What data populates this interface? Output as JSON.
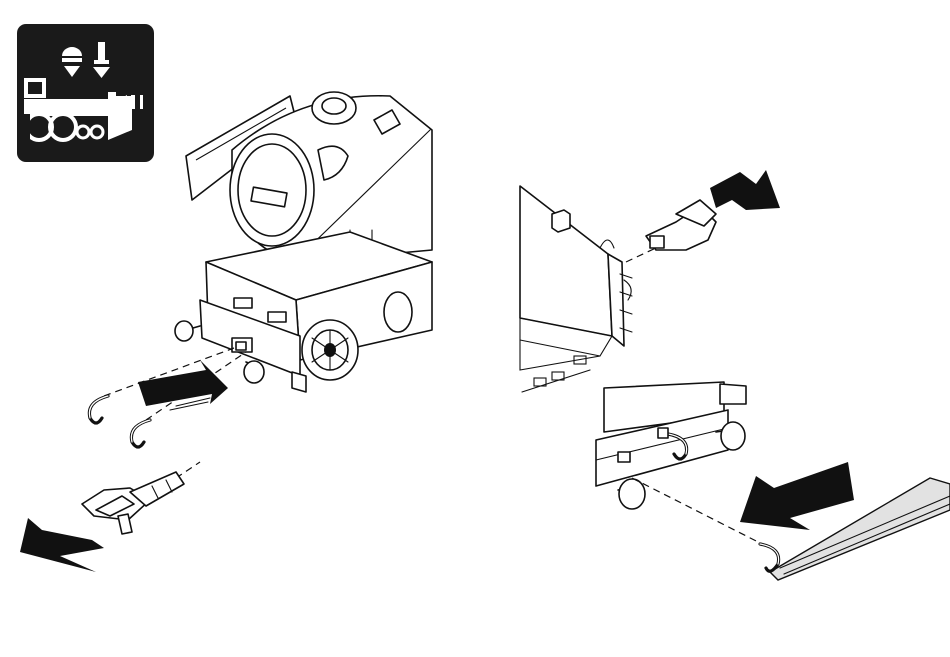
{
  "figure": {
    "background": "#ffffff",
    "ink": "#111111",
    "tweezers_fill": "#e2e2e2"
  },
  "icon": {
    "name": "steam-locomotive-coupler-icon",
    "background": "#1a1a1a",
    "foreground": "#ffffff"
  },
  "arrows": [
    {
      "name": "insert-arrow-left",
      "direction": "up-right"
    },
    {
      "name": "remove-arrow-left",
      "direction": "down-left"
    },
    {
      "name": "remove-arrow-right-top",
      "direction": "up-right"
    },
    {
      "name": "insert-arrow-right-bottom",
      "direction": "up-left"
    }
  ]
}
